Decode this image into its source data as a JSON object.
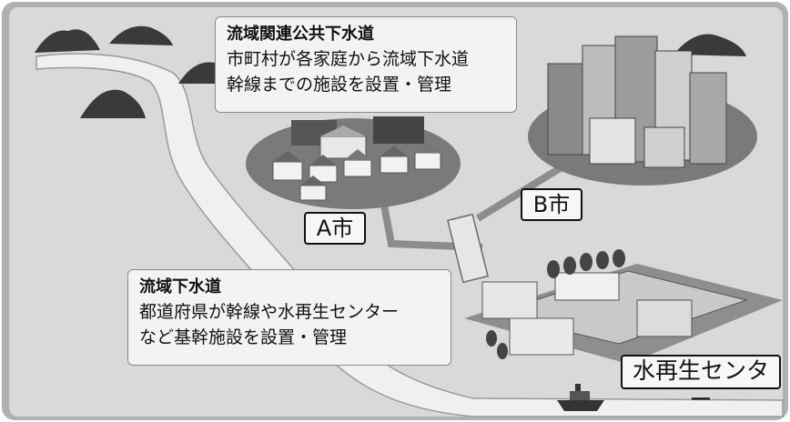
{
  "callouts": {
    "regional_related": {
      "title": "流域関連公共下水道",
      "lines": [
        "市町村が各家庭から流域下水道",
        "幹線までの施設を設置・管理"
      ]
    },
    "regional": {
      "title": "流域下水道",
      "lines": [
        "都道府県が幹線や水再生センター",
        "など基幹施設を設置・管理"
      ]
    }
  },
  "labels": {
    "city_a": "A市",
    "city_b": "B市",
    "reclamation_center": "水再生センター"
  },
  "colors": {
    "background_frame": "#9a9a9a",
    "land": "#d6d6d6",
    "river": "#ececec",
    "pipe": "#8c8c8c",
    "plateau": "#7a7a7a"
  }
}
